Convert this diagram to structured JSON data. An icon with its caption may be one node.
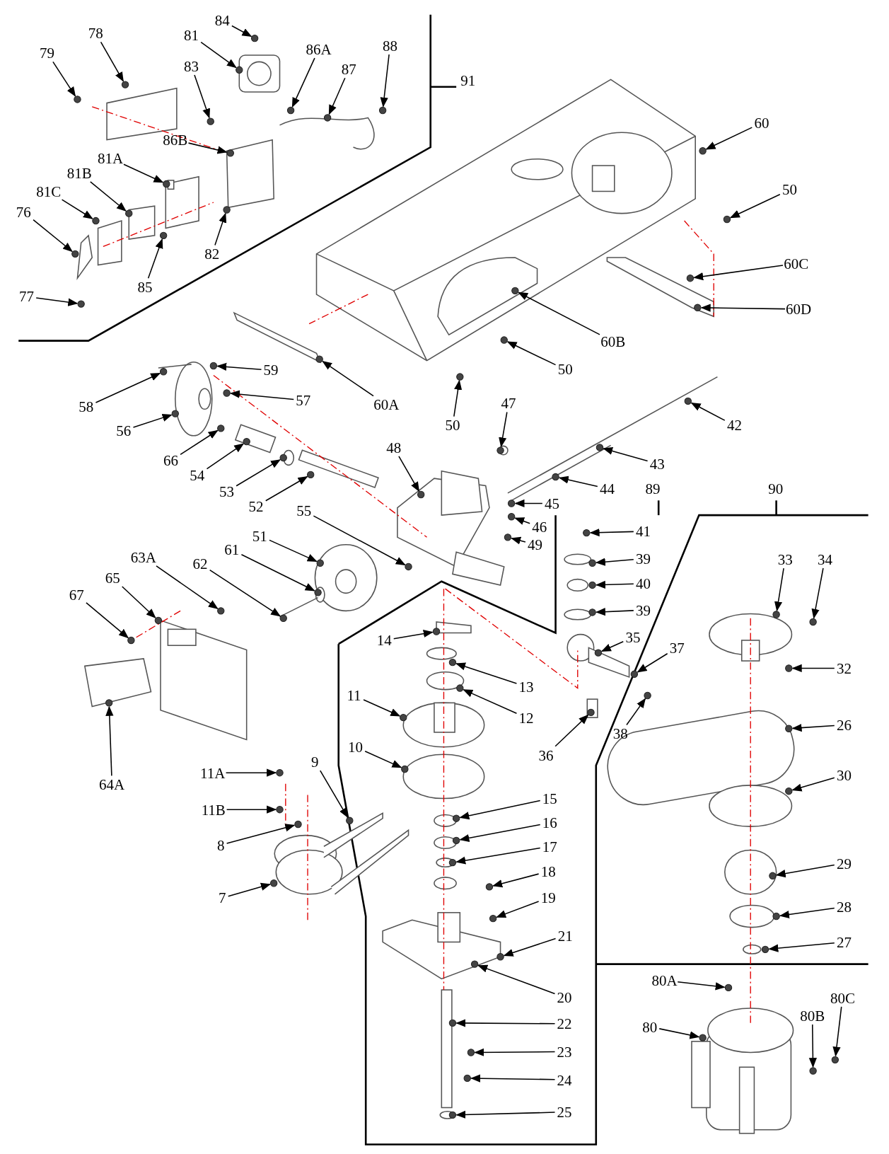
{
  "diagram": {
    "nodes": [
      {
        "text": [
          "84"
        ]
      },
      {
        "text": [
          "78"
        ]
      },
      {
        "text": [
          "79"
        ]
      },
      {
        "text": [
          "81"
        ]
      },
      {
        "text": [
          "83"
        ]
      },
      {
        "text": [
          "86A"
        ]
      },
      {
        "text": [
          "87"
        ]
      },
      {
        "text": [
          "88"
        ]
      },
      {
        "text": [
          "86B"
        ]
      },
      {
        "text": [
          "81A"
        ]
      },
      {
        "text": [
          "81B"
        ]
      },
      {
        "text": [
          "81C"
        ]
      },
      {
        "text": [
          "76"
        ]
      },
      {
        "text": [
          "77"
        ]
      },
      {
        "text": [
          "85"
        ]
      },
      {
        "text": [
          "82"
        ]
      },
      {
        "text": [
          "60"
        ]
      },
      {
        "text": [
          "50"
        ]
      },
      {
        "text": [
          "60C"
        ]
      },
      {
        "text": [
          "60D"
        ]
      },
      {
        "text": [
          "60B"
        ]
      },
      {
        "text": [
          "50"
        ]
      },
      {
        "text": [
          "50"
        ]
      },
      {
        "text": [
          "60A"
        ]
      },
      {
        "text": [
          "59"
        ]
      },
      {
        "text": [
          "57"
        ]
      },
      {
        "text": [
          "58"
        ]
      },
      {
        "text": [
          "56"
        ]
      },
      {
        "text": [
          "66"
        ]
      },
      {
        "text": [
          "54"
        ]
      },
      {
        "text": [
          "53"
        ]
      },
      {
        "text": [
          "52"
        ]
      },
      {
        "text": [
          "48"
        ]
      },
      {
        "text": [
          "47"
        ]
      },
      {
        "text": [
          "42"
        ]
      },
      {
        "text": [
          "43"
        ]
      },
      {
        "text": [
          "44"
        ]
      },
      {
        "text": [
          "45"
        ]
      },
      {
        "text": [
          "46"
        ]
      },
      {
        "text": [
          "49"
        ]
      },
      {
        "text": [
          "55"
        ]
      },
      {
        "text": [
          "51"
        ]
      },
      {
        "text": [
          "61"
        ]
      },
      {
        "text": [
          "62"
        ]
      },
      {
        "text": [
          "63A"
        ]
      },
      {
        "text": [
          "65"
        ]
      },
      {
        "text": [
          "67"
        ]
      },
      {
        "text": [
          "64A"
        ]
      },
      {
        "text": [
          "41"
        ]
      },
      {
        "text": [
          "39"
        ]
      },
      {
        "text": [
          "40"
        ]
      },
      {
        "text": [
          "39"
        ]
      },
      {
        "text": [
          "35"
        ]
      },
      {
        "text": [
          "37"
        ]
      },
      {
        "text": [
          "38"
        ]
      },
      {
        "text": [
          "36"
        ]
      },
      {
        "text": [
          "14"
        ]
      },
      {
        "text": [
          "13"
        ]
      },
      {
        "text": [
          "12"
        ]
      },
      {
        "text": [
          "11"
        ]
      },
      {
        "text": [
          "10"
        ]
      },
      {
        "text": [
          "15"
        ]
      },
      {
        "text": [
          "16"
        ]
      },
      {
        "text": [
          "17"
        ]
      },
      {
        "text": [
          "18"
        ]
      },
      {
        "text": [
          "19"
        ]
      },
      {
        "text": [
          "21"
        ]
      },
      {
        "text": [
          "20"
        ]
      },
      {
        "text": [
          "22"
        ]
      },
      {
        "text": [
          "23"
        ]
      },
      {
        "text": [
          "24"
        ]
      },
      {
        "text": [
          "25"
        ]
      },
      {
        "text": [
          "33"
        ]
      },
      {
        "text": [
          "34"
        ]
      },
      {
        "text": [
          "32"
        ]
      },
      {
        "text": [
          "26"
        ]
      },
      {
        "text": [
          "30"
        ]
      },
      {
        "text": [
          "29"
        ]
      },
      {
        "text": [
          "28"
        ]
      },
      {
        "text": [
          "27"
        ]
      },
      {
        "text": [
          "80A"
        ]
      },
      {
        "text": [
          "80"
        ]
      },
      {
        "text": [
          "80B"
        ]
      },
      {
        "text": [
          "80C"
        ]
      },
      {
        "text": [
          "11A"
        ]
      },
      {
        "text": [
          "11B"
        ]
      },
      {
        "text": [
          "9"
        ]
      },
      {
        "text": [
          "8"
        ]
      },
      {
        "text": [
          "7"
        ]
      },
      {
        "text": [],
        "shape": "circle"
      },
      {
        "text": [],
        "shape": "circle"
      },
      {
        "text": [],
        "shape": "circle"
      },
      {
        "text": [],
        "shape": "circle"
      },
      {
        "text": [],
        "shape": "circle"
      },
      {
        "text": [],
        "shape": "circle"
      },
      {
        "text": [],
        "shape": "circle"
      },
      {
        "text": [],
        "shape": "circle"
      },
      {
        "text": [],
        "shape": "circle"
      },
      {
        "text": [],
        "shape": "circle"
      },
      {
        "text": [],
        "shape": "circle"
      },
      {
        "text": [],
        "shape": "circle"
      },
      {
        "text": [],
        "shape": "circle"
      },
      {
        "text": [],
        "shape": "circle"
      },
      {
        "text": [],
        "shape": "circle"
      },
      {
        "text": [],
        "shape": "circle"
      },
      {
        "text": [],
        "shape": "circle"
      },
      {
        "text": [],
        "shape": "circle"
      },
      {
        "text": [],
        "shape": "circle"
      },
      {
        "text": [],
        "shape": "circle"
      },
      {
        "text": [],
        "shape": "circle"
      },
      {
        "text": [],
        "shape": "circle"
      },
      {
        "text": [],
        "shape": "circle"
      },
      {
        "text": [],
        "shape": "circle"
      },
      {
        "text": [],
        "shape": "circle"
      },
      {
        "text": [],
        "shape": "circle"
      },
      {
        "text": [],
        "shape": "circle"
      },
      {
        "text": [],
        "shape": "circle"
      },
      {
        "text": [],
        "shape": "circle"
      },
      {
        "text": [],
        "shape": "circle"
      },
      {
        "text": [],
        "shape": "circle"
      },
      {
        "text": [],
        "shape": "circle"
      },
      {
        "text": [],
        "shape": "circle"
      },
      {
        "text": [],
        "shape": "circle"
      },
      {
        "text": [],
        "shape": "circle"
      },
      {
        "text": [],
        "shape": "circle"
      },
      {
        "text": [],
        "shape": "circle"
      },
      {
        "text": [],
        "shape": "circle"
      },
      {
        "text": [],
        "shape": "circle"
      },
      {
        "text": [],
        "shape": "circle"
      },
      {
        "text": [],
        "shape": "circle"
      },
      {
        "text": [],
        "shape": "circle"
      },
      {
        "text": [],
        "shape": "circle"
      },
      {
        "text": [],
        "shape": "circle"
      },
      {
        "text": [],
        "shape": "circle"
      },
      {
        "text": [],
        "shape": "circle"
      },
      {
        "text": [],
        "shape": "circle"
      },
      {
        "text": [],
        "shape": "circle"
      },
      {
        "text": [],
        "shape": "circle"
      },
      {
        "text": [],
        "shape": "circle"
      },
      {
        "text": [],
        "shape": "circle"
      },
      {
        "text": [],
        "shape": "circle"
      },
      {
        "text": [],
        "shape": "circle"
      },
      {
        "text": [],
        "shape": "circle"
      },
      {
        "text": [],
        "shape": "circle"
      },
      {
        "text": [],
        "shape": "circle"
      },
      {
        "text": [],
        "shape": "circle"
      },
      {
        "text": [],
        "shape": "circle"
      },
      {
        "text": [],
        "shape": "circle"
      },
      {
        "text": [],
        "shape": "circle"
      },
      {
        "text": [],
        "shape": "circle"
      },
      {
        "text": [],
        "shape": "circle"
      },
      {
        "text": [],
        "shape": "circle"
      },
      {
        "text": [],
        "shape": "circle"
      },
      {
        "text": [],
        "shape": "circle"
      },
      {
        "text": [],
        "shape": "circle"
      },
      {
        "text": [],
        "shape": "circle"
      },
      {
        "text": [],
        "shape": "circle"
      },
      {
        "text": [],
        "shape": "circle"
      },
      {
        "text": [],
        "shape": "circle"
      },
      {
        "text": [],
        "shape": "circle"
      },
      {
        "text": [],
        "shape": "circle"
      },
      {
        "text": [],
        "shape": "circle"
      },
      {
        "text": [],
        "shape": "circle"
      },
      {
        "text": [],
        "shape": "circle"
      },
      {
        "text": [],
        "shape": "circle"
      },
      {
        "text": [],
        "shape": "circle"
      },
      {
        "text": [],
        "shape": "circle"
      },
      {
        "text": [],
        "shape": "circle"
      },
      {
        "text": [],
        "shape": "circle"
      },
      {
        "text": [],
        "shape": "circle"
      },
      {
        "text": [],
        "shape": "circle"
      },
      {
        "text": [],
        "shape": "circle"
      },
      {
        "text": [],
        "shape": "circle"
      },
      {
        "text": [],
        "shape": "circle"
      },
      {
        "text": [],
        "shape": "circle"
      },
      {
        "text": [],
        "shape": "circle"
      },
      {
        "text": [],
        "shape": "circle"
      },
      {
        "text": [],
        "shape": "circle"
      }
    ],
    "edges": [
      {
        "from": 0,
        "to": 89,
        "arrow": "to"
      },
      {
        "from": 1,
        "to": 90,
        "arrow": "to"
      },
      {
        "from": 2,
        "to": 91,
        "arrow": "to"
      },
      {
        "from": 3,
        "to": 92,
        "arrow": "to"
      },
      {
        "from": 4,
        "to": 93,
        "arrow": "to"
      },
      {
        "from": 5,
        "to": 94,
        "arrow": "to"
      },
      {
        "from": 6,
        "to": 95,
        "arrow": "to"
      },
      {
        "from": 7,
        "to": 96,
        "arrow": "to"
      },
      {
        "from": 8,
        "to": 97,
        "arrow": "to"
      },
      {
        "from": 9,
        "to": 98,
        "arrow": "to"
      },
      {
        "from": 10,
        "to": 99,
        "arrow": "to"
      },
      {
        "from": 11,
        "to": 100,
        "arrow": "to"
      },
      {
        "from": 12,
        "to": 101,
        "arrow": "to"
      },
      {
        "from": 13,
        "to": 102,
        "arrow": "to"
      },
      {
        "from": 14,
        "to": 103,
        "arrow": "to"
      },
      {
        "from": 15,
        "to": 104,
        "arrow": "to"
      },
      {
        "from": 16,
        "to": 105,
        "arrow": "to"
      },
      {
        "from": 17,
        "to": 106,
        "arrow": "to"
      },
      {
        "from": 18,
        "to": 107,
        "arrow": "to"
      },
      {
        "from": 19,
        "to": 108,
        "arrow": "to"
      },
      {
        "from": 20,
        "to": 109,
        "arrow": "to"
      },
      {
        "from": 21,
        "to": 110,
        "arrow": "to"
      },
      {
        "from": 22,
        "to": 111,
        "arrow": "to"
      },
      {
        "from": 23,
        "to": 112,
        "arrow": "to"
      },
      {
        "from": 24,
        "to": 113,
        "arrow": "to"
      },
      {
        "from": 25,
        "to": 114,
        "arrow": "to"
      },
      {
        "from": 26,
        "to": 115,
        "arrow": "to"
      },
      {
        "from": 27,
        "to": 116,
        "arrow": "to"
      },
      {
        "from": 28,
        "to": 117,
        "arrow": "to"
      },
      {
        "from": 29,
        "to": 118,
        "arrow": "to"
      },
      {
        "from": 30,
        "to": 119,
        "arrow": "to"
      },
      {
        "from": 31,
        "to": 120,
        "arrow": "to"
      },
      {
        "from": 32,
        "to": 121,
        "arrow": "to"
      },
      {
        "from": 33,
        "to": 122,
        "arrow": "to"
      },
      {
        "from": 34,
        "to": 123,
        "arrow": "to"
      },
      {
        "from": 35,
        "to": 124,
        "arrow": "to"
      },
      {
        "from": 36,
        "to": 125,
        "arrow": "to"
      },
      {
        "from": 37,
        "to": 126,
        "arrow": "to"
      },
      {
        "from": 38,
        "to": 127,
        "arrow": "to"
      },
      {
        "from": 39,
        "to": 128,
        "arrow": "to"
      },
      {
        "from": 40,
        "to": 129,
        "arrow": "to"
      },
      {
        "from": 41,
        "to": 130,
        "arrow": "to"
      },
      {
        "from": 42,
        "to": 131,
        "arrow": "to"
      },
      {
        "from": 43,
        "to": 132,
        "arrow": "to"
      },
      {
        "from": 44,
        "to": 133,
        "arrow": "to"
      },
      {
        "from": 45,
        "to": 134,
        "arrow": "to"
      },
      {
        "from": 46,
        "to": 135,
        "arrow": "to"
      },
      {
        "from": 47,
        "to": 136,
        "arrow": "to"
      },
      {
        "from": 48,
        "to": 137,
        "arrow": "to"
      },
      {
        "from": 49,
        "to": 138,
        "arrow": "to"
      },
      {
        "from": 50,
        "to": 139,
        "arrow": "to"
      },
      {
        "from": 51,
        "to": 140,
        "arrow": "to"
      },
      {
        "from": 52,
        "to": 141,
        "arrow": "to"
      },
      {
        "from": 53,
        "to": 142,
        "arrow": "to"
      },
      {
        "from": 54,
        "to": 143,
        "arrow": "to"
      },
      {
        "from": 55,
        "to": 144,
        "arrow": "to"
      },
      {
        "from": 56,
        "to": 145,
        "arrow": "to"
      },
      {
        "from": 57,
        "to": 146,
        "arrow": "to"
      },
      {
        "from": 58,
        "to": 147,
        "arrow": "to"
      },
      {
        "from": 59,
        "to": 148,
        "arrow": "to"
      },
      {
        "from": 60,
        "to": 149,
        "arrow": "to"
      },
      {
        "from": 61,
        "to": 150,
        "arrow": "to"
      },
      {
        "from": 62,
        "to": 151,
        "arrow": "to"
      },
      {
        "from": 63,
        "to": 152,
        "arrow": "to"
      },
      {
        "from": 64,
        "to": 153,
        "arrow": "to"
      },
      {
        "from": 65,
        "to": 154,
        "arrow": "to"
      },
      {
        "from": 66,
        "to": 155,
        "arrow": "to"
      },
      {
        "from": 67,
        "to": 156,
        "arrow": "to"
      },
      {
        "from": 68,
        "to": 157,
        "arrow": "to"
      },
      {
        "from": 69,
        "to": 158,
        "arrow": "to"
      },
      {
        "from": 70,
        "to": 159,
        "arrow": "to"
      },
      {
        "from": 71,
        "to": 160,
        "arrow": "to"
      },
      {
        "from": 72,
        "to": 161,
        "arrow": "to"
      },
      {
        "from": 73,
        "to": 162,
        "arrow": "to"
      },
      {
        "from": 74,
        "to": 163,
        "arrow": "to"
      },
      {
        "from": 75,
        "to": 164,
        "arrow": "to"
      },
      {
        "from": 76,
        "to": 165,
        "arrow": "to"
      },
      {
        "from": 77,
        "to": 166,
        "arrow": "to"
      },
      {
        "from": 78,
        "to": 167,
        "arrow": "to"
      },
      {
        "from": 79,
        "to": 168,
        "arrow": "to"
      },
      {
        "from": 80,
        "to": 169,
        "arrow": "to"
      },
      {
        "from": 81,
        "to": 170,
        "arrow": "to"
      },
      {
        "from": 82,
        "to": 171,
        "arrow": "to"
      },
      {
        "from": 83,
        "to": 172,
        "arrow": "to"
      },
      {
        "from": 84,
        "to": 173,
        "arrow": "to"
      },
      {
        "from": 85,
        "to": 174,
        "arrow": "to"
      },
      {
        "from": 86,
        "to": 175,
        "arrow": "to"
      },
      {
        "from": 87,
        "to": 176,
        "arrow": "to"
      },
      {
        "from": 88,
        "to": 177,
        "arrow": "to"
      }
    ],
    "labels": [
      "91",
      "89",
      "90"
    ]
  }
}
